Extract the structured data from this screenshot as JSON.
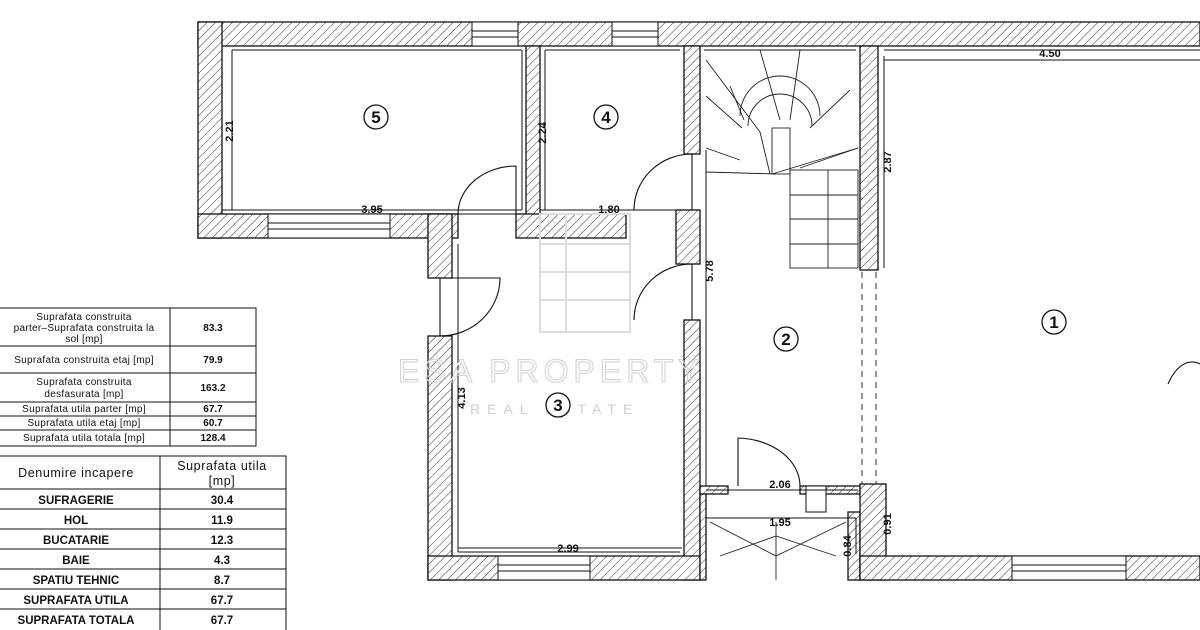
{
  "watermark": {
    "line1": "ESA PROPERTY",
    "line2": "REAL ESTATE"
  },
  "rooms": [
    {
      "number": "1"
    },
    {
      "number": "2"
    },
    {
      "number": "3"
    },
    {
      "number": "4"
    },
    {
      "number": "5"
    }
  ],
  "dimensions": {
    "d_450": "4.50",
    "d_221": "2.21",
    "d_224": "2.24",
    "d_395": "3.95",
    "d_180": "1.80",
    "d_287": "2.87",
    "d_578": "5.78",
    "d_413": "4.13",
    "d_206": "2.06",
    "d_195": "1.95",
    "d_091": "0.91",
    "d_084": "0.84",
    "d_299": "2.99"
  },
  "summary_table": {
    "rows": [
      {
        "label_lines": [
          "Suprafata construita",
          "parter–Suprafata construita la",
          "sol [mp]"
        ],
        "value": "83.3"
      },
      {
        "label_lines": [
          "Suprafata construita etaj [mp]"
        ],
        "value": "79.9"
      },
      {
        "label_lines": [
          "Suprafata construita",
          "desfasurata [mp]"
        ],
        "value": "163.2"
      },
      {
        "label_lines": [
          "Suprafata utila parter [mp]"
        ],
        "value": "67.7"
      },
      {
        "label_lines": [
          "Suprafata utila etaj [mp]"
        ],
        "value": "60.7"
      },
      {
        "label_lines": [
          "Suprafata utila totala [mp]"
        ],
        "value": "128.4"
      }
    ]
  },
  "rooms_table": {
    "header_name": "Denumire incapere",
    "header_area_lines": [
      "Suprafata utila",
      "[mp]"
    ],
    "rows": [
      {
        "name": "SUFRAGERIE",
        "area": "30.4"
      },
      {
        "name": "HOL",
        "area": "11.9"
      },
      {
        "name": "BUCATARIE",
        "area": "12.3"
      },
      {
        "name": "BAIE",
        "area": "4.3"
      },
      {
        "name": "SPATIU TEHNIC",
        "area": "8.7"
      },
      {
        "name": "SUPRAFATA UTILA",
        "area": "67.7"
      },
      {
        "name": "SUPRAFATA TOTALA",
        "area": "67.7"
      }
    ]
  }
}
